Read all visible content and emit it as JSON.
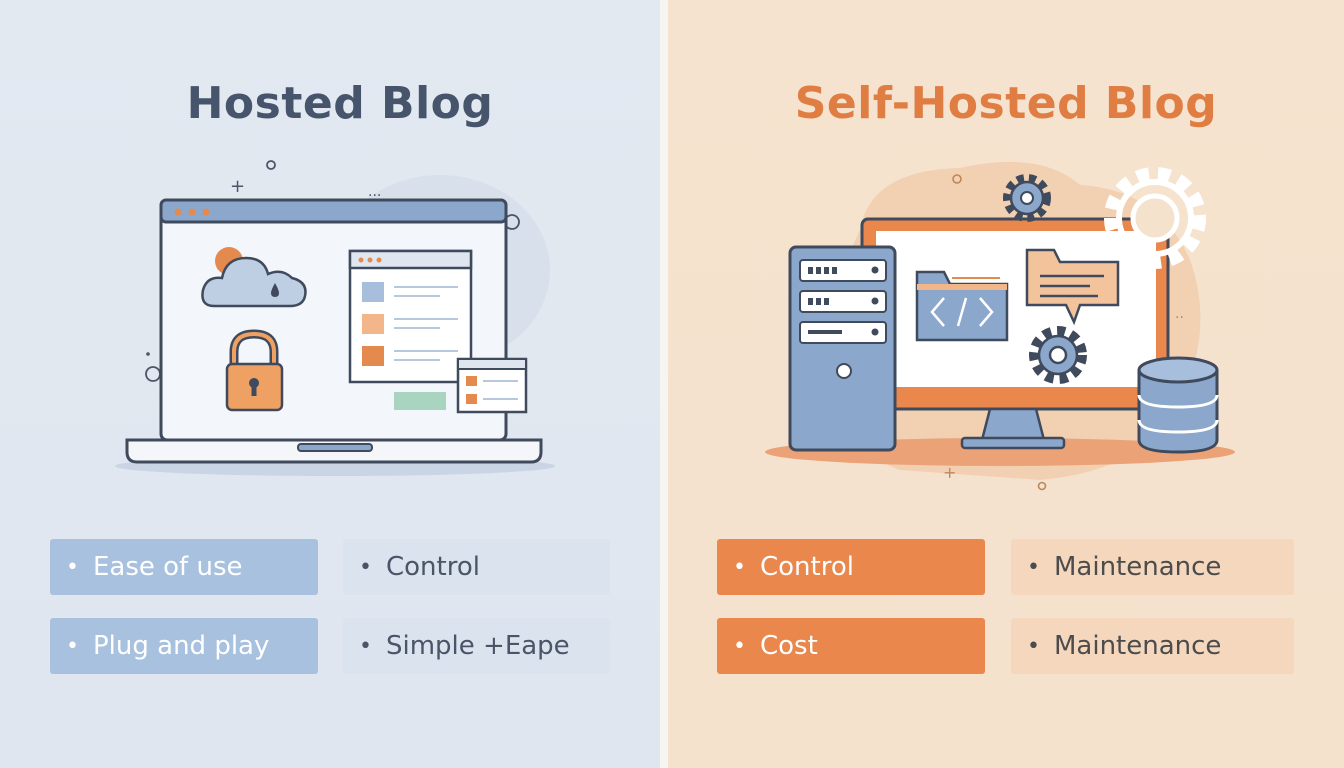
{
  "hosted": {
    "title": "Hosted Blog",
    "tags": [
      "Ease of use",
      "Control",
      "Plug and play",
      "Simple +Eape"
    ]
  },
  "self_hosted": {
    "title": "Self-Hosted Blog",
    "tags": [
      "Control",
      "Maintenance",
      "Cost",
      "Maintenance"
    ]
  },
  "icons": {
    "left": [
      "laptop-icon",
      "browser-window-icon",
      "cloud-icon",
      "lock-icon",
      "document-icon"
    ],
    "right": [
      "server-tower-icon",
      "monitor-icon",
      "code-folder-icon",
      "chat-folder-icon",
      "gear-icon",
      "database-icon"
    ]
  },
  "colors": {
    "left_accent": "#46556b",
    "right_accent": "#df7d42",
    "blue_tag": "#a8c1df",
    "orange_tag": "#e9874c"
  }
}
